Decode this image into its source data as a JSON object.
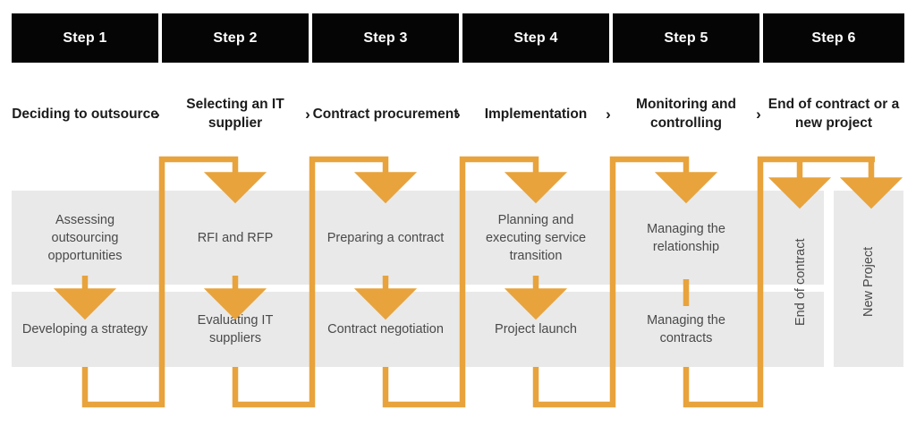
{
  "diagram": {
    "title": "IT outsourcing lifecycle process",
    "colors": {
      "accent": "#e8a33c",
      "header_bg": "#050505",
      "header_text": "#ffffff",
      "band_bg": "#e9e9e9",
      "cell_text": "#4a4a4a",
      "page_bg": "#ffffff"
    },
    "chevron_glyph": "›"
  },
  "steps": [
    {
      "badge": "Step 1",
      "phase": "Deciding to outsource",
      "top": "Assessing outsourcing opportunities",
      "bottom": "Developing a strategy"
    },
    {
      "badge": "Step 2",
      "phase": "Selecting an IT supplier",
      "top": "RFI and RFP",
      "bottom": "Evaluating IT suppliers"
    },
    {
      "badge": "Step 3",
      "phase": "Contract procurement",
      "top": "Preparing a contract",
      "bottom": "Contract negotiation"
    },
    {
      "badge": "Step 4",
      "phase": "Implementation",
      "top": "Planning and executing service transition",
      "bottom": "Project launch"
    },
    {
      "badge": "Step 5",
      "phase": "Monitoring and controlling",
      "top": "Managing the relationship",
      "bottom": "Managing the contracts"
    },
    {
      "badge": "Step 6",
      "phase": "End of contract or a new project",
      "top": "End of contract",
      "bottom": "New Project"
    }
  ],
  "outcomes": [
    {
      "label": "End of contract"
    },
    {
      "label": "New Project"
    }
  ],
  "separators": [
    {
      "glyph": "›"
    },
    {
      "glyph": "›"
    },
    {
      "glyph": "›"
    },
    {
      "glyph": "›"
    },
    {
      "glyph": "›"
    }
  ]
}
